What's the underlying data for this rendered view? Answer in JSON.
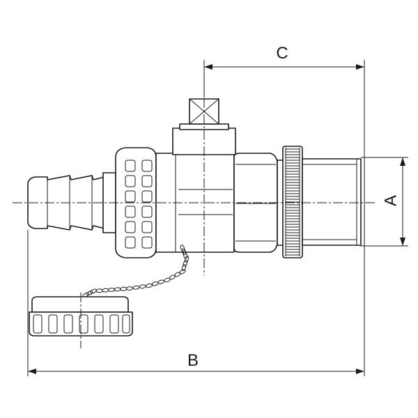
{
  "dimensions": {
    "a_label": "A",
    "b_label": "B",
    "c_label": "C"
  }
}
